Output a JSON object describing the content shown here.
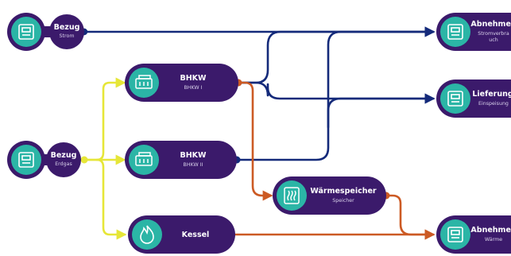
{
  "colors": {
    "node_fill": "#3b1a6b",
    "icon_fill": "#2bb5a6",
    "electric_flow": "#142a7a",
    "heat_flow": "#cc5a24",
    "gas_flow": "#e6e638"
  },
  "nodes": {
    "bezug_strom": {
      "title": "Bezug",
      "subtitle": "Strom",
      "icon": "meter-icon"
    },
    "bezug_erdgas": {
      "title": "Bezug",
      "subtitle": "Erdgas",
      "icon": "meter-icon"
    },
    "bhkw1": {
      "title": "BHKW",
      "subtitle": "BHKW I",
      "icon": "chp-engine-icon"
    },
    "bhkw2": {
      "title": "BHKW",
      "subtitle": "BHKW II",
      "icon": "chp-engine-icon"
    },
    "kessel": {
      "title": "Kessel",
      "subtitle": "",
      "icon": "flame-icon"
    },
    "waermespeicher": {
      "title": "Wärmespeicher",
      "subtitle": "Speicher",
      "icon": "heat-waves-icon"
    },
    "abnehmer_strom": {
      "title": "Abnehmer",
      "subtitle_line1": "Stromverbra",
      "subtitle_line2": "uch",
      "icon": "meter-icon"
    },
    "lieferung": {
      "title": "Lieferung",
      "subtitle": "Einspeisung",
      "icon": "meter-icon"
    },
    "abnehmer_waerme": {
      "title": "Abnehmer",
      "subtitle": "Wärme",
      "icon": "meter-icon"
    }
  }
}
